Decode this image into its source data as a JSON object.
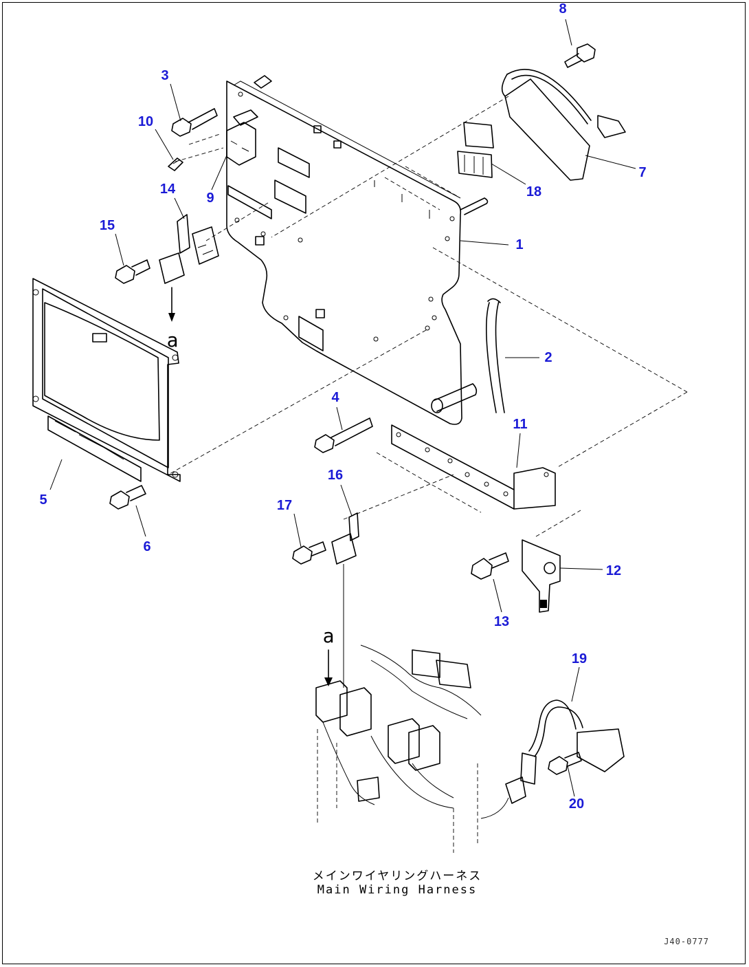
{
  "callouts": [
    {
      "id": "1",
      "label": "1"
    },
    {
      "id": "2",
      "label": "2"
    },
    {
      "id": "3",
      "label": "3"
    },
    {
      "id": "4",
      "label": "4"
    },
    {
      "id": "5",
      "label": "5"
    },
    {
      "id": "6",
      "label": "6"
    },
    {
      "id": "7",
      "label": "7"
    },
    {
      "id": "8",
      "label": "8"
    },
    {
      "id": "9",
      "label": "9"
    },
    {
      "id": "10",
      "label": "10"
    },
    {
      "id": "11",
      "label": "11"
    },
    {
      "id": "12",
      "label": "12"
    },
    {
      "id": "13",
      "label": "13"
    },
    {
      "id": "14",
      "label": "14"
    },
    {
      "id": "15",
      "label": "15"
    },
    {
      "id": "16",
      "label": "16"
    },
    {
      "id": "17",
      "label": "17"
    },
    {
      "id": "18",
      "label": "18"
    },
    {
      "id": "19",
      "label": "19"
    },
    {
      "id": "20",
      "label": "20"
    }
  ],
  "reference_marks": {
    "upper": "a",
    "lower": "a"
  },
  "harness_label": {
    "japanese": "メインワイヤリングハーネス",
    "english": "Main Wiring Harness"
  },
  "drawing_code": "J40-0777",
  "colors": {
    "callout": "#1a1ad6",
    "line": "#000000",
    "background": "#ffffff"
  }
}
